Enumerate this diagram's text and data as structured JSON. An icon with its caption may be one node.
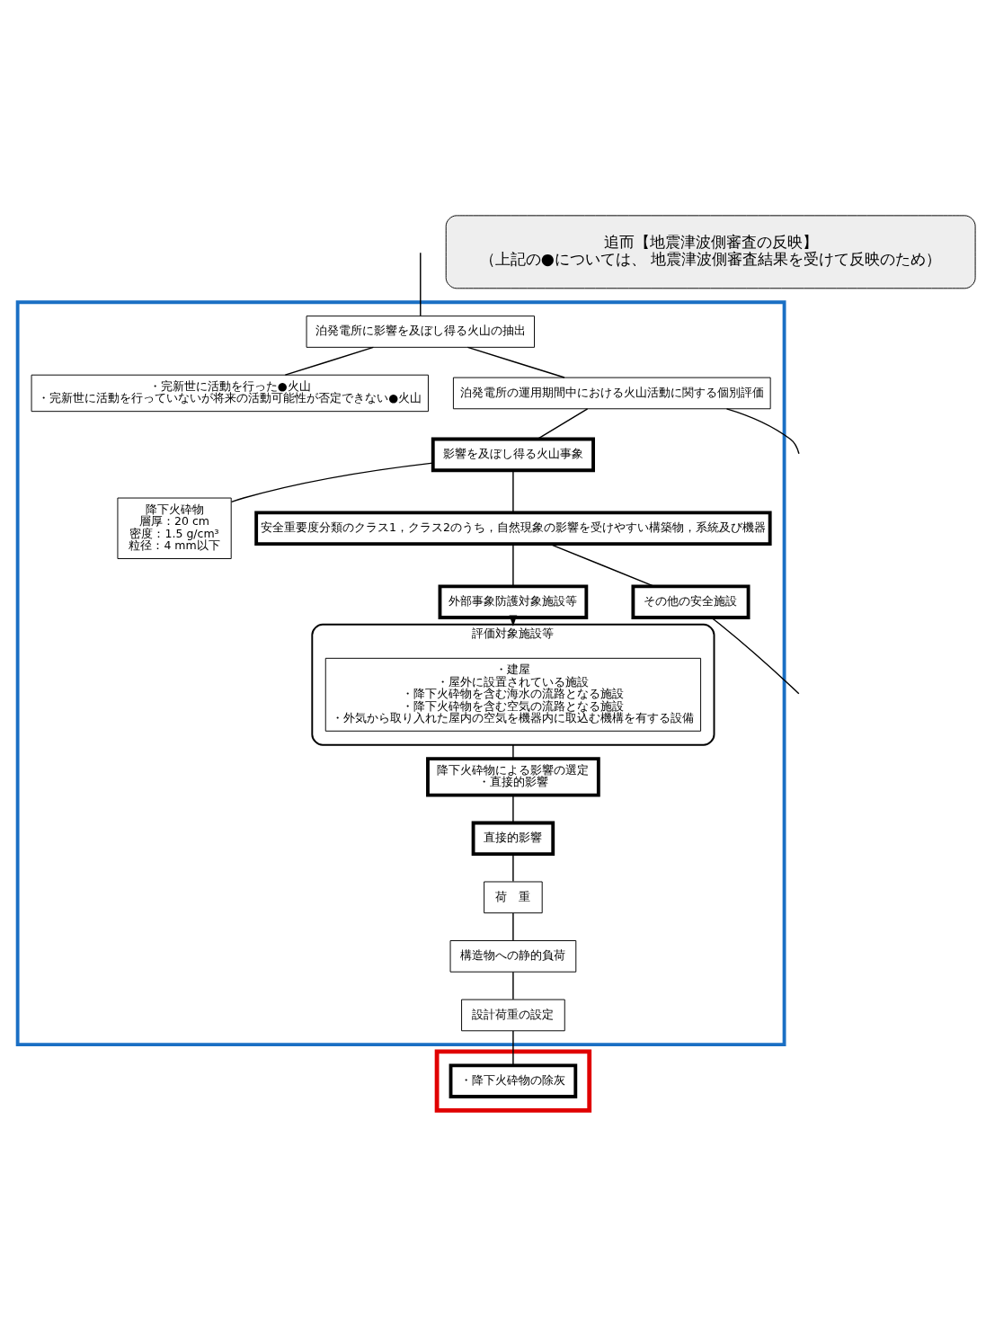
{
  "diagram": {
    "nodes": [
      {
        "text": [],
        "shape": "box"
      },
      {
        "text": [
          "泊発電所に影響を及ぼし得る火山の抽出"
        ],
        "in": 0
      },
      {
        "text": [
          "・完新世に活動を行った●火山",
          "・完新世に活動を行っていないが将来の活動可能性が否定できない●火山"
        ],
        "in": 0
      },
      {
        "text": [
          "泊発電所の運用期間中における火山活動に関する個別評価"
        ],
        "in": 0
      },
      {
        "text": [
          "降下火砕物",
          "層厚：20 cm",
          "密度：1.5 g/cm³",
          "粒径：4 mm以下"
        ],
        "in": 0
      },
      {
        "text": [
          "影響を及ぼし得る火山事象"
        ],
        "in": 0
      },
      {
        "text": [
          "安全重要度分類のクラス1，クラス2のうち，自然現象の影響を受けやすい構築物，系統及び機器"
        ],
        "in": 0
      },
      {
        "text": [
          "外部事象防護対象施設等"
        ],
        "in": 0
      },
      {
        "text": [
          "その他の安全施設"
        ],
        "in": 0
      },
      {
        "text": [
          "評価対象施設等"
        ],
        "in": 0
      },
      {
        "text": [
          "・建屋",
          "・屋外に設置されている施設",
          "・降下火砕物を含む海水の流路となる施設",
          "・降下火砕物を含む空気の流路となる施設",
          "・外気から取り入れた屋内の空気を機器内に取込む機構を有する設備"
        ],
        "in": 9
      },
      {
        "text": [
          "降下火砕物による影響の選定",
          "・直接的影響"
        ],
        "in": 0
      },
      {
        "text": [
          "直接的影響"
        ],
        "in": 0
      },
      {
        "text": [
          "荷　重"
        ],
        "in": 0
      },
      {
        "text": [
          "構造物への静的負荷"
        ],
        "in": 0
      },
      {
        "text": [
          "設計荷重の設定"
        ],
        "in": 0
      },
      {
        "text": [],
        "shape": "box"
      },
      {
        "text": [
          "・降下火砕物の除灰"
        ],
        "in": 16
      },
      {
        "text": [
          "追而【地震津波側審査の反映】",
          "（上記の●については、 地震津波側審査結果を受けて反映のため）"
        ]
      }
    ],
    "edges": [
      {
        "from": null,
        "to": 1,
        "arrow": "none"
      },
      {
        "from": 1,
        "to": 2,
        "arrow": "none"
      },
      {
        "from": 1,
        "to": 3,
        "arrow": "none"
      },
      {
        "from": 3,
        "to": 5,
        "arrow": "none"
      },
      {
        "from": 3,
        "to": null,
        "arrow": "none"
      },
      {
        "from": 5,
        "to": 4,
        "arrow": "none"
      },
      {
        "from": 5,
        "to": 6,
        "arrow": "none"
      },
      {
        "from": 6,
        "to": 7,
        "arrow": "none"
      },
      {
        "from": 6,
        "to": 8,
        "arrow": "none"
      },
      {
        "from": 7,
        "to": 9,
        "arrow": "to"
      },
      {
        "from": 8,
        "to": null,
        "arrow": "none"
      },
      {
        "from": 9,
        "to": 11,
        "arrow": "none"
      },
      {
        "from": 11,
        "to": 12,
        "arrow": "none"
      },
      {
        "from": 12,
        "to": 13,
        "arrow": "none"
      },
      {
        "from": 13,
        "to": 14,
        "arrow": "none"
      },
      {
        "from": 14,
        "to": 15,
        "arrow": "none"
      },
      {
        "from": 15,
        "to": 17,
        "arrow": "none"
      }
    ]
  }
}
